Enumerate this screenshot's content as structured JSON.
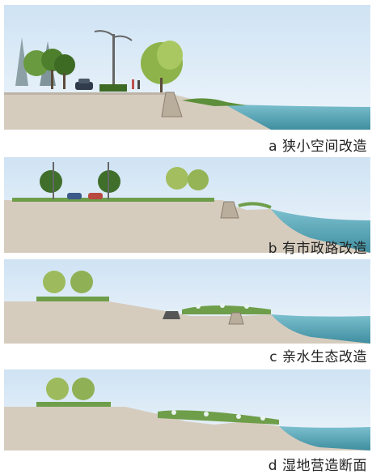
{
  "panels": [
    {
      "id": "a",
      "letter": "a",
      "label": "狭小空间改造"
    },
    {
      "id": "b",
      "letter": "b",
      "label": "有市政路改造"
    },
    {
      "id": "c",
      "letter": "c",
      "label": "亲水生态改造"
    },
    {
      "id": "d",
      "letter": "d",
      "label": "湿地营造断面"
    }
  ],
  "colors": {
    "sky": "#dcebf7",
    "ground": "#d5cbbd",
    "water": "#5aa2b0",
    "grass": "#6f9e4a",
    "tree_dark": "#3f6f2b",
    "tree_light": "#9dbb5c"
  }
}
